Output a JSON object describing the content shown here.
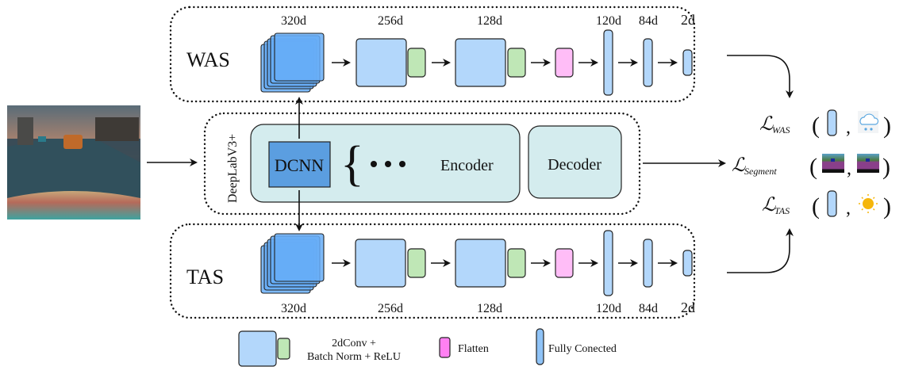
{
  "input_image": {
    "description": "rainy urban street driving scene"
  },
  "branches": {
    "was": {
      "label": "WAS",
      "dims": [
        "320d",
        "256d",
        "128d",
        "120d",
        "84d",
        "2d"
      ]
    },
    "tas": {
      "label": "TAS",
      "dims": [
        "320d",
        "256d",
        "128d",
        "120d",
        "84d",
        "2d"
      ]
    }
  },
  "backbone": {
    "label": "DeepLabV3+",
    "dcnn": "DCNN",
    "ellipsis": "• • •",
    "encoder": "Encoder",
    "decoder": "Decoder"
  },
  "losses": {
    "was": {
      "symbol": "ℒ",
      "subscript": "WAS",
      "target_icon": "rain-cloud-icon"
    },
    "segment": {
      "symbol": "ℒ",
      "subscript": "Segment",
      "target_icon": "segmentation-map-icon"
    },
    "tas": {
      "symbol": "ℒ",
      "subscript": "TAS",
      "target_icon": "sun-icon"
    },
    "open_paren": "(",
    "close_paren": ")",
    "comma": ","
  },
  "legend": {
    "conv_line1": "2dConv +",
    "conv_line2": "Batch Norm + ReLU",
    "flatten": "Flatten",
    "fc": "Fully Conected"
  },
  "colors": {
    "conv": "#b3d7fb",
    "batchnorm": "#bfe7b6",
    "flatten": "#ffbdf7",
    "fc": "#b3d7fb",
    "stack": "#66adf7",
    "encoder": "#d4ecee",
    "dcnn": "#5b9ee0",
    "rain": "#5ba7e0",
    "sun": "#f5b60a"
  }
}
